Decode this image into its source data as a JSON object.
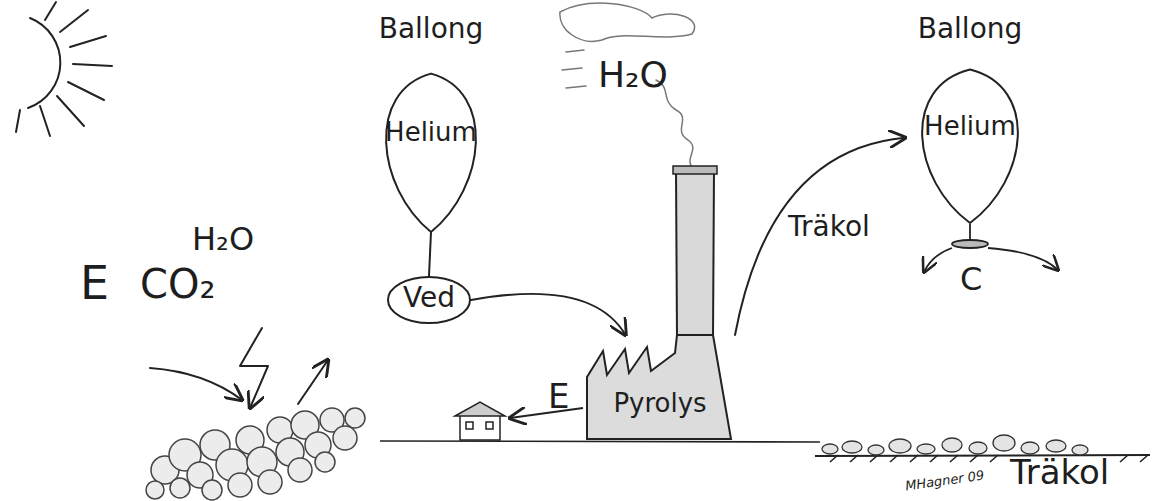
{
  "diagram": {
    "nodes": [
      {
        "text": [
          "Ballong",
          "Helium"
        ]
      },
      {
        "text": [
          "Ved"
        ]
      },
      {
        "text": [
          "Pyrolys"
        ]
      },
      {
        "text": [
          "Ballong",
          "Helium"
        ]
      }
    ],
    "edges": [
      {
        "from": 0,
        "to": 1,
        "arrow": "none"
      },
      {
        "from": 1,
        "to": 2,
        "arrow": "to"
      },
      {
        "from": 2,
        "to": 3,
        "label": "Träkol",
        "arrow": "to"
      }
    ],
    "labels": [
      "E",
      "H₂O",
      "CO₂",
      "H₂O",
      "E",
      "C",
      "Träkol",
      "MHagner 09"
    ]
  }
}
